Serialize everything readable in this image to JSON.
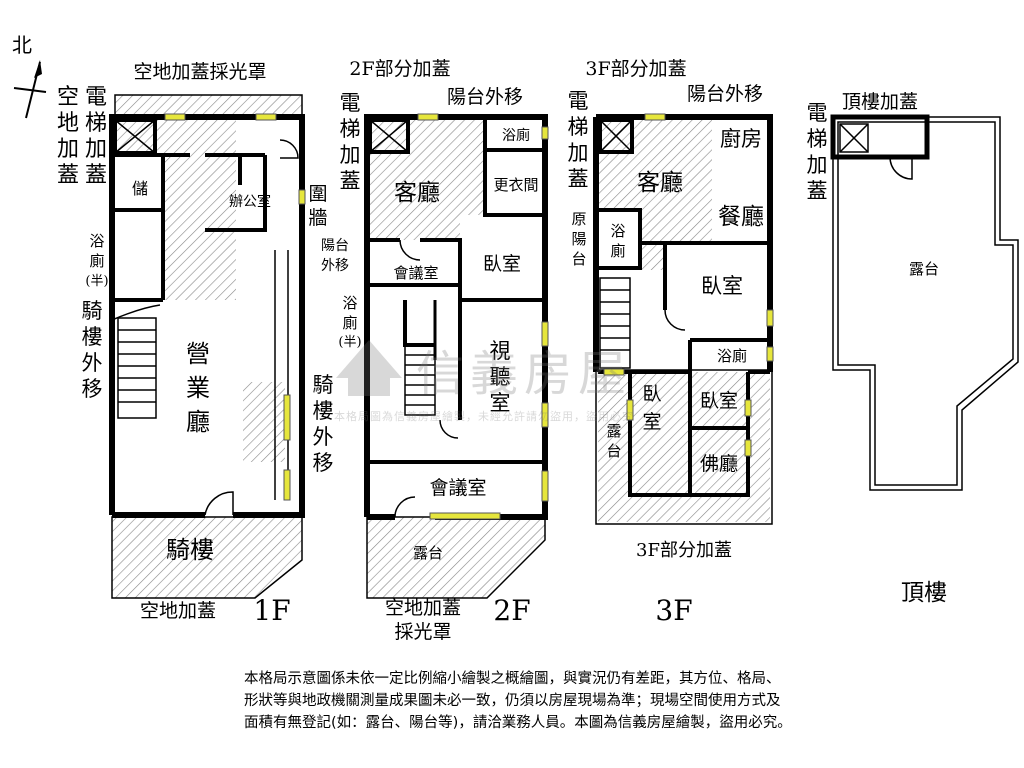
{
  "compass": {
    "north_label": "北"
  },
  "floor1": {
    "floor_label": "1F",
    "rooms": {
      "top_canopy": "空地加蓋採光罩",
      "elevator_addition": [
        "空",
        "地",
        "加",
        "蓋"
      ],
      "elevator": [
        "電",
        "梯",
        "加",
        "蓋"
      ],
      "storage": "儲",
      "office": "辦公室",
      "wall_enclosure": [
        "圍",
        "牆"
      ],
      "half_bath": [
        "浴",
        "廁",
        "(半)"
      ],
      "arcade_moved": [
        "騎",
        "樓",
        "外",
        "移"
      ],
      "business_hall": [
        "營",
        "業",
        "廳"
      ],
      "arcade_moved_right": [
        "騎",
        "樓",
        "外",
        "移"
      ],
      "arcade": "騎樓",
      "bottom_addition": "空地加蓋"
    }
  },
  "floor2": {
    "floor_label": "2F",
    "rooms": {
      "partial_addition": "2F部分加蓋",
      "balcony_moved": "陽台外移",
      "elevator": [
        "電",
        "梯",
        "加",
        "蓋"
      ],
      "bath": "浴廁",
      "living": "客廳",
      "dressing": "更衣間",
      "balcony_moved_left": [
        "陽台",
        "外移"
      ],
      "meeting_room_1": "會議室",
      "bedroom": "臥室",
      "half_bath": [
        "浴",
        "廁",
        "(半)"
      ],
      "av_room": [
        "視",
        "聽",
        "室"
      ],
      "meeting_room_2": "會議室",
      "terrace": "露台",
      "bottom_canopy": [
        "空地加蓋",
        "採光罩"
      ]
    }
  },
  "floor3": {
    "floor_label": "3F",
    "rooms": {
      "partial_addition": "3F部分加蓋",
      "balcony_moved": "陽台外移",
      "elevator": [
        "電",
        "梯",
        "加",
        "蓋"
      ],
      "living": "客廳",
      "kitchen": "廚房",
      "dining": "餐廳",
      "original_balcony": [
        "原",
        "陽",
        "台"
      ],
      "bath": [
        "浴",
        "廁"
      ],
      "bedroom_1": "臥室",
      "bath_2": "浴廁",
      "bedroom_2": [
        "臥",
        "室"
      ],
      "bedroom_3": "臥室",
      "terrace": [
        "露",
        "台"
      ],
      "buddha_room": "佛廳",
      "bottom_addition": "3F部分加蓋"
    }
  },
  "roof": {
    "floor_label": "頂樓",
    "rooms": {
      "roof_addition": "頂樓加蓋",
      "elevator": [
        "電",
        "梯",
        "加",
        "蓋"
      ],
      "terrace": "露台"
    }
  },
  "watermark": {
    "name": "信義房屋",
    "note": "本格局圖為信義房屋繪製，未經允許請勿盜用，盜用必究"
  },
  "disclaimer": [
    "本格局示意圖係未依一定比例縮小繪製之概繪圖，與實況仍有差距，其方位、格局、",
    "形狀等與地政機關測量成果圖未必一致，仍須以房屋現場為準；現場空間使用方式及",
    "面積有無登記(如：露台、陽台等)，請洽業務人員。本圖為信義房屋繪製，盜用必究。"
  ]
}
